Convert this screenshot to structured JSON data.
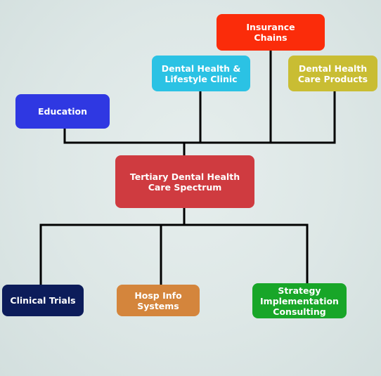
{
  "diagram": {
    "center": {
      "label": "Tertiary Dental Health\nCare Spectrum",
      "color": "#cf3b40"
    },
    "top_nodes": [
      {
        "label": "Insurance\nChains",
        "color": "#fb2c0a"
      },
      {
        "label": "Dental Health &\nLifestyle Clinic",
        "color": "#2bc2e4"
      },
      {
        "label": "Dental Health\nCare Products",
        "color": "#c9bd33"
      },
      {
        "label": "Education",
        "color": "#2f38e2"
      }
    ],
    "bottom_nodes": [
      {
        "label": "Clinical Trials",
        "color": "#0c1c5a"
      },
      {
        "label": "Hosp Info\nSystems",
        "color": "#d4853c"
      },
      {
        "label": "Strategy\nImplementation\nConsulting",
        "color": "#18a628"
      }
    ],
    "connector_color": "#000000"
  }
}
